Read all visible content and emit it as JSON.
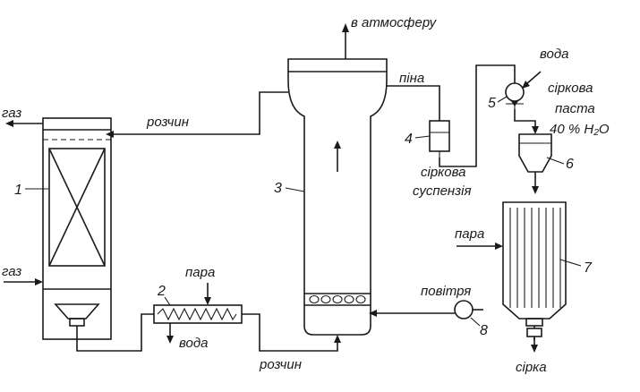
{
  "labels": {
    "atmosphere": "в атмосферу",
    "water_top": "вода",
    "foam": "піна",
    "solution_top": "розчин",
    "gas_out": "газ",
    "gas_in": "газ",
    "sulfur_paste_line1": "сіркова",
    "sulfur_paste_line2": "паста",
    "sulfur_paste_line3": "40 % H₂O",
    "suspension_line1": "сіркова",
    "suspension_line2": "суспензія",
    "steam_right": "пара",
    "steam_bottom": "пара",
    "air": "повітря",
    "water_bottom": "вода",
    "solution_bottom": "розчин",
    "sulfur": "сірка"
  },
  "numbers": {
    "n1": "1",
    "n2": "2",
    "n3": "3",
    "n4": "4",
    "n5": "5",
    "n6": "6",
    "n7": "7",
    "n8": "8"
  }
}
